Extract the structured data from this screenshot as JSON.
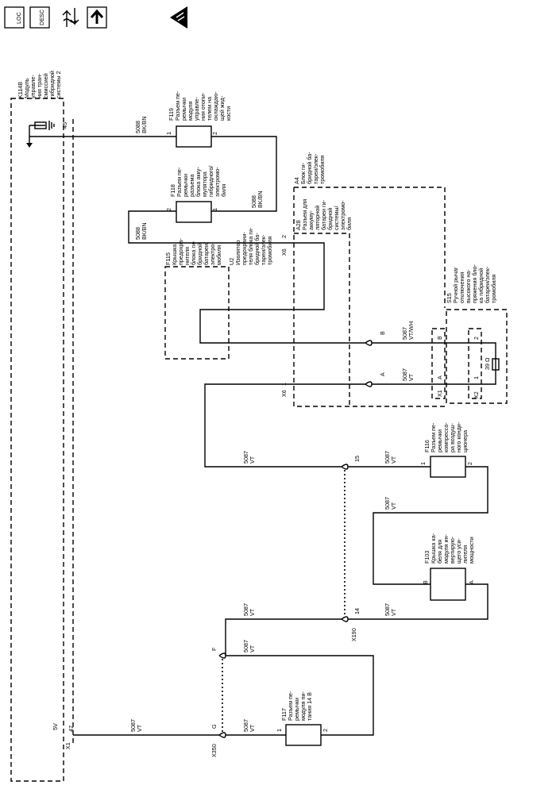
{
  "toolbar": {
    "loc_label": "LOC",
    "desc_label": "DESC"
  },
  "icons": [
    "loc-icon",
    "desc-icon",
    "flow-icon",
    "upload-icon",
    "esd-warning-icon"
  ],
  "components": {
    "k114b": {
      "title": "K114B",
      "lines": [
        "Модуль",
        "управле-",
        "ния тран-",
        "смиссией",
        "гибридной",
        "системы 2"
      ]
    },
    "f119": {
      "title": "F119",
      "lines": [
        "Разъем пе-",
        "ремычки",
        "модуля",
        "управле-",
        "ния отопи-",
        "телем на",
        "охлаждаю-",
        "щей жид-",
        "кости"
      ]
    },
    "f118": {
      "title": "F118",
      "lines": [
        "Разъем пе-",
        "ремычки",
        "разъема",
        "блока акку-",
        "мулятора",
        "гибридного/",
        "электромо-",
        "биля"
      ]
    },
    "a4": {
      "title": "A4",
      "lines": [
        "Блок ги-",
        "бридной ба-",
        "тареи/элек-",
        "тромобиля"
      ]
    },
    "a28": {
      "title": "A28",
      "lines": [
        "Разъем для",
        "аккуму-",
        "ляторной",
        "батареи ги-",
        "бридной",
        "системы/",
        "электромо-",
        "биля"
      ]
    },
    "f115": {
      "title": "F115",
      "lines": [
        "Крышка",
        "предохра-",
        "нителя",
        "блока ги-",
        "бридной",
        "батареи/",
        "электро-",
        "мобиля"
      ]
    },
    "u2": {
      "title": "U2",
      "lines": [
        "Изолятор",
        "предохрани-",
        "теля блока ги-",
        "бридной ба-",
        "тареи/элек-",
        "тромобиля"
      ]
    },
    "s15": {
      "title": "S15",
      "lines": [
        "Ручной рычаг",
        "отключения",
        "высокого на-",
        "пряжения бло-",
        "ка гибридной",
        "батареи/элек-",
        "тромобиля"
      ]
    },
    "f116": {
      "title": "F116",
      "lines": [
        "Разъем пе-",
        "ремычки",
        "компрессо-",
        "ра воздуш-",
        "ного конди-",
        "ционера"
      ]
    },
    "f103": {
      "title": "F103",
      "lines": [
        "Крышка ка-",
        "беля для",
        "модуля ин-",
        "вертирую-",
        "щего уси-",
        "лителя",
        "мощности"
      ]
    },
    "f117": {
      "title": "F117",
      "lines": [
        "Разъем пе-",
        "ремычки",
        "модуля пи-",
        "тания 14 В"
      ]
    }
  },
  "wires": {
    "w5088_top": [
      "5088",
      "BK/BN"
    ],
    "w5088_mid": [
      "5088",
      "BK/BN"
    ],
    "w5088_low": [
      "5088",
      "BK/BN"
    ],
    "w5087_b": [
      "5087",
      "VT/WH"
    ],
    "w5087_a": [
      "5087",
      "VT"
    ],
    "w5087_15l": [
      "5087",
      "VT"
    ],
    "w5087_15r": [
      "5087",
      "VT"
    ],
    "w5087_f116": [
      "5087",
      "VT"
    ],
    "w5087_14l": [
      "5087",
      "VT"
    ],
    "w5087_14r": [
      "5087",
      "VT"
    ],
    "w5087_f": [
      "5087",
      "VT"
    ],
    "w5087_g": [
      "5087",
      "VT"
    ],
    "w5087_x1": [
      "5087",
      "VT"
    ]
  },
  "pins": {
    "k114b_45": "45",
    "k114b_47": "47",
    "k114b_5v": "5V",
    "k114b_x1": "X1",
    "f119_1": "1",
    "f119_2": "2",
    "f118_2": "2",
    "f118_1": "1",
    "a28_2": "2",
    "a28_x6_top": "X6",
    "a28_1": "1",
    "a28_x6_bot": "X6",
    "s15_b": "B",
    "s15_a": "A",
    "s15_x1": "X1",
    "s15_2": "2",
    "s15_1": "1",
    "s15_x2": "X2",
    "s15_res": "39 Ω",
    "inline_b": "B",
    "inline_a": "A",
    "x190_15": "15",
    "x190_14": "14",
    "x190": "X190",
    "f116_1": "1",
    "f116_2": "2",
    "f103_b": "B",
    "f103_a": "A",
    "x350_f": "F",
    "x350_g": "G",
    "x350": "X350",
    "f117_1": "1",
    "f117_2": "2"
  }
}
